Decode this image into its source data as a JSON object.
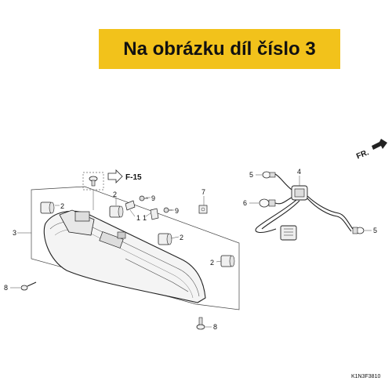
{
  "banner": {
    "text": "Na obrázku díl číslo 3"
  },
  "diagram": {
    "ref_label": "F-15",
    "direction_label": "FR.",
    "drawing_code": "K1N3F3810",
    "callouts": {
      "c2a": "2",
      "c2b": "2",
      "c2c": "2",
      "c2d": "2",
      "c9a": "9",
      "c9b": "9",
      "c1a": "1",
      "c1b": "1",
      "c7": "7",
      "c3": "3",
      "c8a": "8",
      "c8b": "8",
      "c5a": "5",
      "c4": "4",
      "c6": "6",
      "c5b": "5"
    }
  }
}
